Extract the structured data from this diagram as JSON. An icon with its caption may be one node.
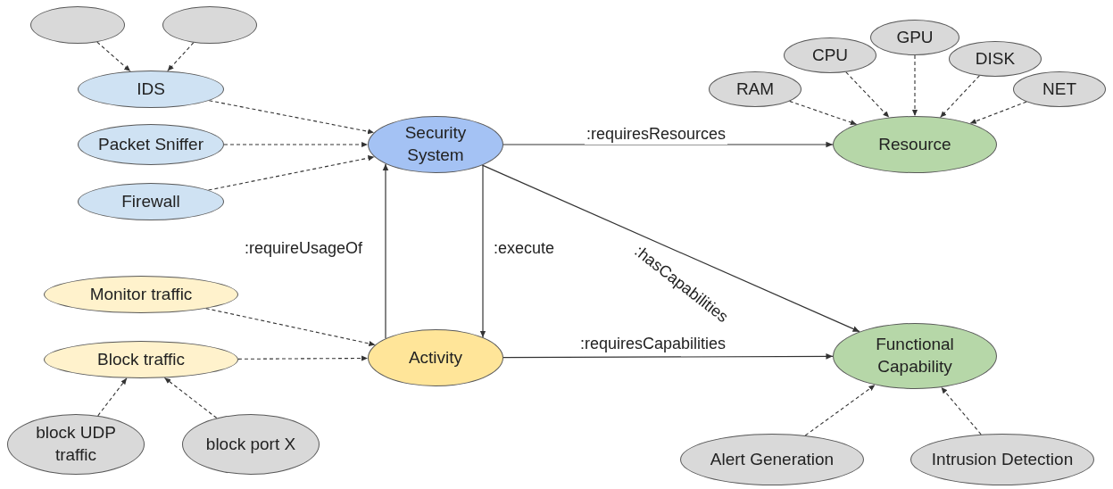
{
  "diagram": {
    "nodes": [
      {
        "text": [],
        "shape": "ellipse"
      },
      {
        "text": [],
        "shape": "ellipse"
      },
      {
        "text": [
          "IDS"
        ]
      },
      {
        "text": [
          "Packet Sniffer"
        ]
      },
      {
        "text": [
          "Firewall"
        ]
      },
      {
        "text": [
          "Security System"
        ]
      },
      {
        "text": [
          "Resource"
        ]
      },
      {
        "text": [
          "RAM"
        ]
      },
      {
        "text": [
          "CPU"
        ]
      },
      {
        "text": [
          "GPU"
        ]
      },
      {
        "text": [
          "DISK"
        ]
      },
      {
        "text": [
          "NET"
        ]
      },
      {
        "text": [
          "Monitor traffic"
        ]
      },
      {
        "text": [
          "Block traffic"
        ]
      },
      {
        "text": [
          "Activity"
        ]
      },
      {
        "text": [
          "Functional Capability"
        ]
      },
      {
        "text": [
          "block UDP traffic"
        ]
      },
      {
        "text": [
          "block port X"
        ]
      },
      {
        "text": [
          "Alert Generation"
        ]
      },
      {
        "text": [
          "Intrusion Detection"
        ]
      }
    ],
    "edges": [
      {
        "from": 0,
        "to": 2,
        "arrow": "to",
        "style": "dashed"
      },
      {
        "from": 1,
        "to": 2,
        "arrow": "to",
        "style": "dashed"
      },
      {
        "from": 2,
        "to": 5,
        "arrow": "to",
        "style": "dashed"
      },
      {
        "from": 3,
        "to": 5,
        "arrow": "to",
        "style": "dashed"
      },
      {
        "from": 4,
        "to": 5,
        "arrow": "to",
        "style": "dashed"
      },
      {
        "from": 5,
        "to": 6,
        "arrow": "to",
        "label": ":requiresResources"
      },
      {
        "from": 7,
        "to": 6,
        "arrow": "to",
        "style": "dashed"
      },
      {
        "from": 8,
        "to": 6,
        "arrow": "to",
        "style": "dashed"
      },
      {
        "from": 9,
        "to": 6,
        "arrow": "to",
        "style": "dashed"
      },
      {
        "from": 10,
        "to": 6,
        "arrow": "to",
        "style": "dashed"
      },
      {
        "from": 11,
        "to": 6,
        "arrow": "to",
        "style": "dashed"
      },
      {
        "from": 12,
        "to": 14,
        "arrow": "to",
        "style": "dashed"
      },
      {
        "from": 13,
        "to": 14,
        "arrow": "to",
        "style": "dashed"
      },
      {
        "from": 14,
        "to": 5,
        "arrow": "to",
        "label": ":requireUsageOf"
      },
      {
        "from": 5,
        "to": 14,
        "arrow": "to",
        "label": ":execute"
      },
      {
        "from": 5,
        "to": 15,
        "arrow": "to",
        "label": ":hasCapabilities"
      },
      {
        "from": 14,
        "to": 15,
        "arrow": "to",
        "label": ":requiresCapabilities"
      },
      {
        "from": 16,
        "to": 13,
        "arrow": "to",
        "style": "dashed"
      },
      {
        "from": 17,
        "to": 13,
        "arrow": "to",
        "style": "dashed"
      },
      {
        "from": 18,
        "to": 15,
        "arrow": "to",
        "style": "dashed"
      },
      {
        "from": 19,
        "to": 15,
        "arrow": "to",
        "style": "dashed"
      }
    ]
  }
}
